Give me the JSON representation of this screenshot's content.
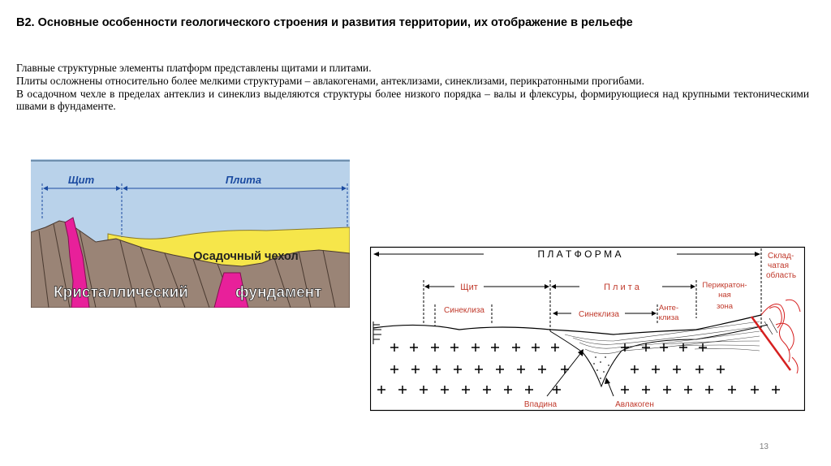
{
  "title": "В2. Основные особенности геологического строения и  развития территории, их отображение в рельефе",
  "paragraphs": [
    "Главные структурные элементы платформ представлены щитами и плитами.",
    "Плиты осложнены относительно более мелкими структурами – авлакогенами, антеклизами, синеклизами, перикратонными прогибами.",
    "В осадочном чехле в пределах антеклиз и синеклиз выделяются структуры более низкого порядка – валы и флексуры, формирующиеся над крупными тектоническими швами в фундаменте."
  ],
  "figure1": {
    "shield": "Щит",
    "plate": "Плита",
    "cover": "Осадочный чехол",
    "basement_1": "Кристаллический",
    "basement_2": "фундамент",
    "colors": {
      "sky": "#b9d2ea",
      "cover": "#f6e64a",
      "basement": "#9a8476",
      "intrusion": "#e8209a"
    }
  },
  "figure2": {
    "platform": "П Л А Т Ф О Р М А",
    "fold_1": "Склад-",
    "fold_2": "чатая",
    "fold_3": "область",
    "shield": "Щит",
    "plate": "П л и т а",
    "pericraton_1": "Перикратон-",
    "pericraton_2": "ная",
    "pericraton_3": "зона",
    "syneclise_1": "Синеклиза",
    "syneclise_2": "Синеклиза",
    "anteclise_1": "Анте-",
    "anteclise_2": "клиза",
    "depression": "Впадина",
    "aulacogen": "Авлакоген",
    "colors": {
      "label": "#c0392b",
      "fault": "#d62020"
    }
  },
  "page_number": "13"
}
